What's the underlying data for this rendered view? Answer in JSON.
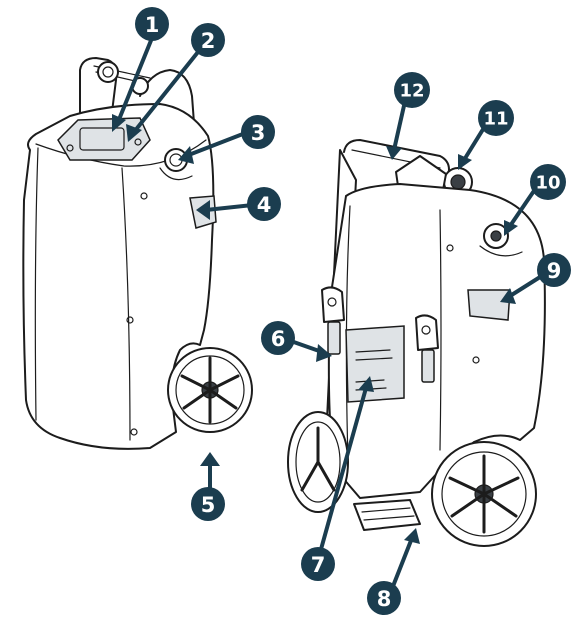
{
  "colors": {
    "callout": "#1b3d4f",
    "callout_text": "#ffffff",
    "outline": "#1c1c1c",
    "panel": "#dfe3e6"
  },
  "callouts": [
    {
      "id": 1,
      "label": "1"
    },
    {
      "id": 2,
      "label": "2"
    },
    {
      "id": 3,
      "label": "3"
    },
    {
      "id": 4,
      "label": "4"
    },
    {
      "id": 5,
      "label": "5"
    },
    {
      "id": 6,
      "label": "6"
    },
    {
      "id": 7,
      "label": "7"
    },
    {
      "id": 8,
      "label": "8"
    },
    {
      "id": 9,
      "label": "9"
    },
    {
      "id": 10,
      "label": "10"
    },
    {
      "id": 11,
      "label": "11"
    },
    {
      "id": 12,
      "label": "12"
    }
  ]
}
